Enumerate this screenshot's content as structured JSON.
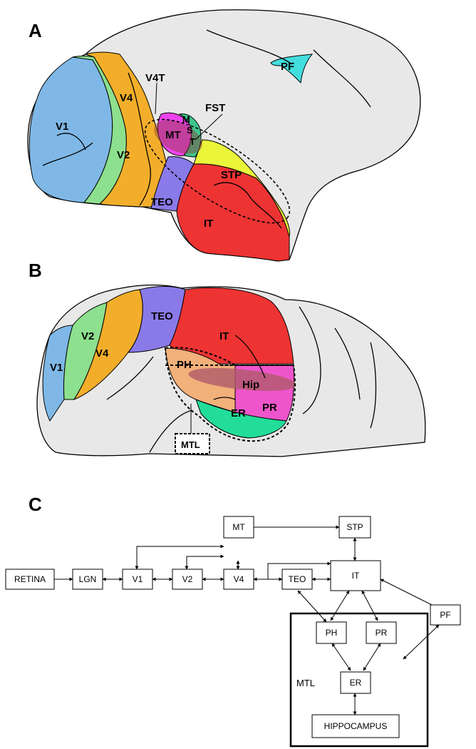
{
  "panels": {
    "a": {
      "letter": "A"
    },
    "b": {
      "letter": "B"
    },
    "c": {
      "letter": "C"
    }
  },
  "panel_a": {
    "regions": {
      "v1": "V1",
      "v2": "V2",
      "v4": "V4",
      "v4t": "V4T",
      "mt": "MT",
      "mst_m": "M",
      "mst_s": "S",
      "mst_t": "T",
      "fst": "FST",
      "stp": "STP",
      "teo": "TEO",
      "it": "IT",
      "pf": "PF"
    },
    "colors": {
      "v1": "#7fb8e6",
      "v2": "#8de08d",
      "v4": "#f2ae2a",
      "mt": "#ee44ee",
      "mst": "#3ec78c",
      "stp": "#eaf53a",
      "teo": "#8a7ae8",
      "it": "#ee3333",
      "pf": "#44dddd",
      "cortex": "#e8e8e8"
    }
  },
  "panel_b": {
    "regions": {
      "v1": "V1",
      "v2": "V2",
      "v4": "V4",
      "teo": "TEO",
      "it": "IT",
      "ph": "PH",
      "hip": "Hip",
      "er": "ER",
      "pr": "PR",
      "mtl": "MTL"
    },
    "colors": {
      "ph": "#f2b07a",
      "hip": "#b05a6a",
      "er": "#22dd99",
      "pr": "#ee55cc"
    }
  },
  "panel_c": {
    "nodes": {
      "retina": "RETINA",
      "lgn": "LGN",
      "v1": "V1",
      "v2": "V2",
      "v4": "V4",
      "mt": "MT",
      "stp": "STP",
      "teo": "TEO",
      "it": "IT",
      "pf": "PF",
      "ph": "PH",
      "pr": "PR",
      "er": "ER",
      "hippocampus": "HIPPOCAMPUS"
    },
    "mtl_label": "MTL"
  }
}
